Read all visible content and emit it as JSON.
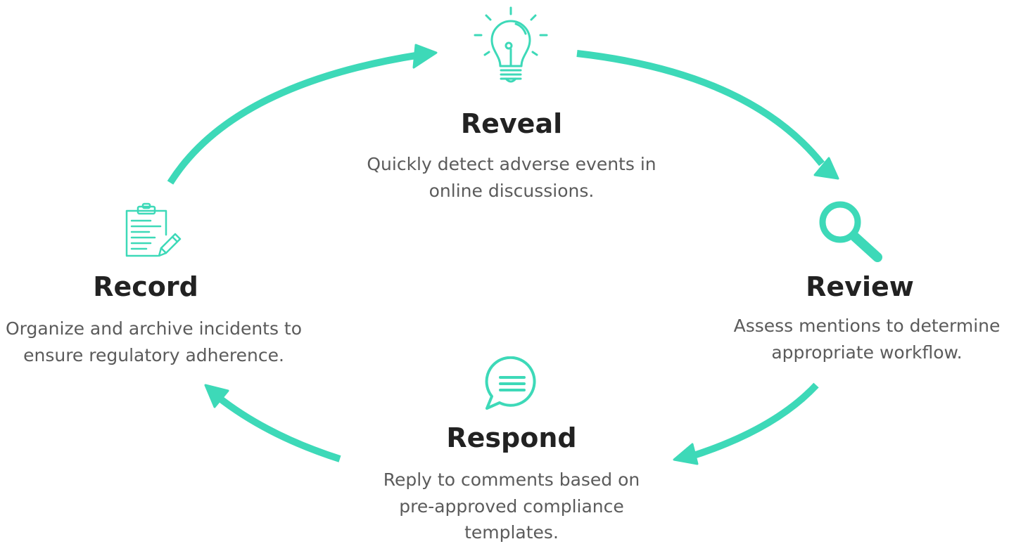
{
  "accent_color": "#3dd9b8",
  "stages": {
    "reveal": {
      "title": "Reveal",
      "desc": [
        "Quickly detect adverse events in",
        "online discussions."
      ],
      "icon": "lightbulb-icon"
    },
    "review": {
      "title": "Review",
      "desc": [
        "Assess mentions to determine",
        "appropriate workflow."
      ],
      "icon": "magnifier-icon"
    },
    "respond": {
      "title": "Respond",
      "desc": [
        "Reply to comments based on",
        "pre-approved compliance",
        "templates."
      ],
      "icon": "chat-bubble-icon"
    },
    "record": {
      "title": "Record",
      "desc": [
        "Organize and archive incidents to",
        "ensure regulatory adherence."
      ],
      "icon": "clipboard-pencil-icon"
    }
  }
}
